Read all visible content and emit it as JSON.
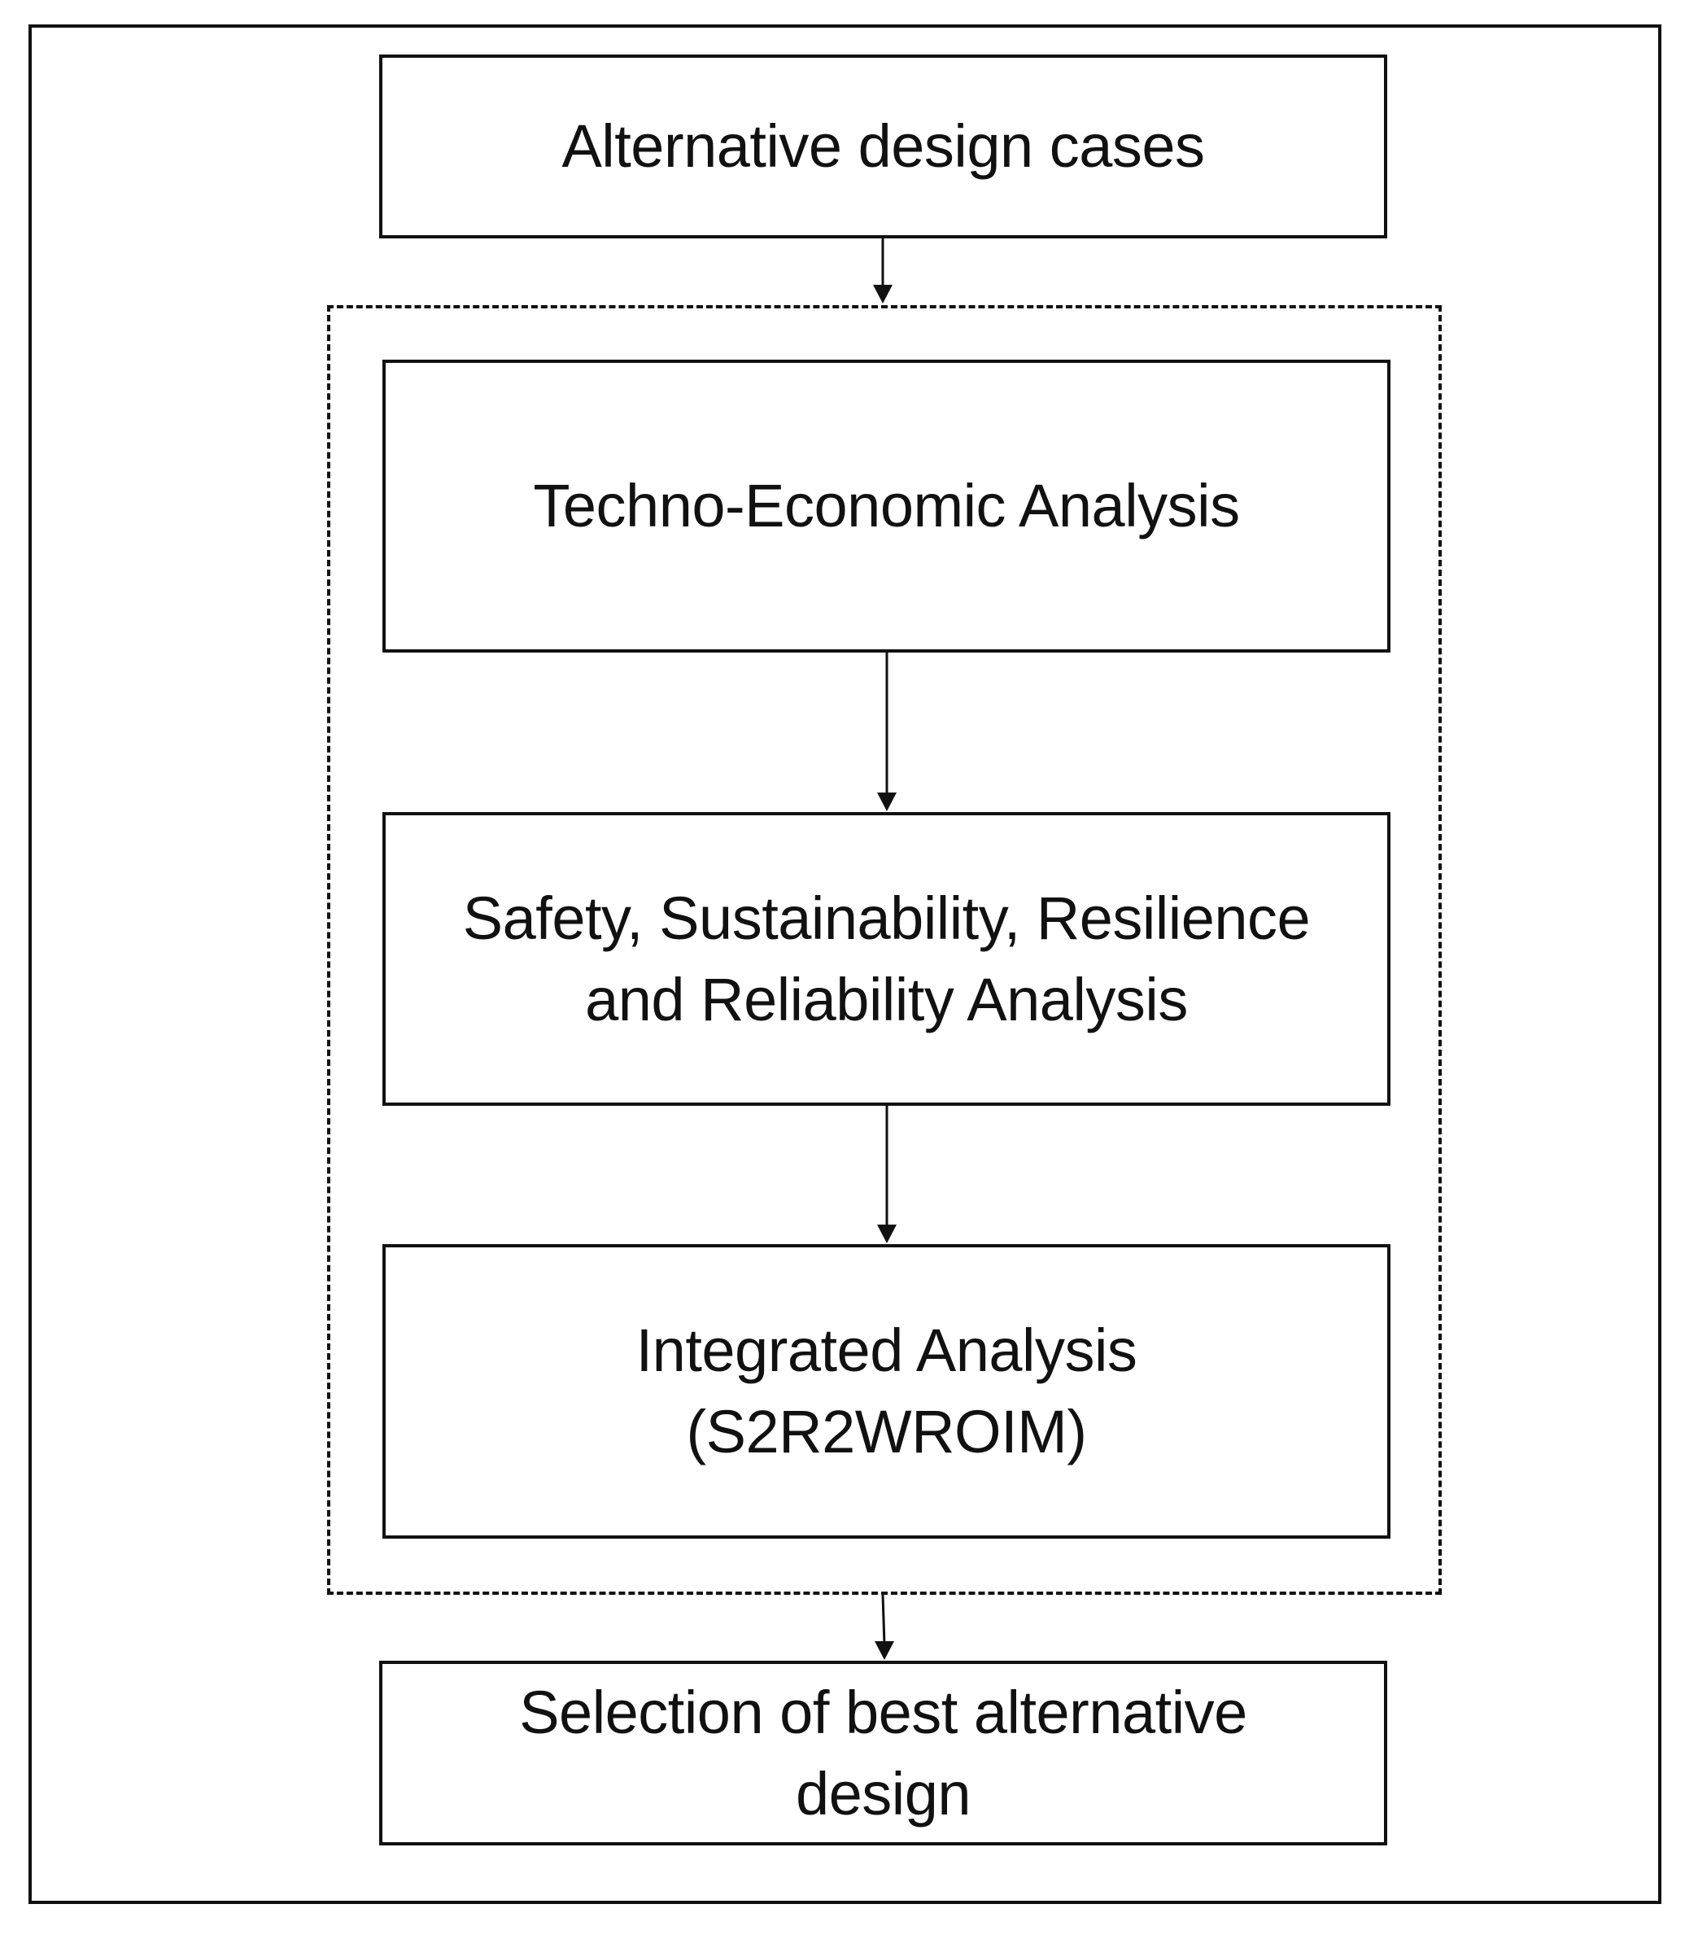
{
  "diagram": {
    "nodes": [
      {
        "id": "alternatives",
        "label": "Alternative design cases"
      },
      {
        "id": "techno_economic",
        "label": "Techno-Economic Analysis"
      },
      {
        "id": "ssrr",
        "label": "Safety, Sustainability, Resilience\nand Reliability Analysis"
      },
      {
        "id": "integrated",
        "label": "Integrated Analysis\n(S2R2WROIM)"
      },
      {
        "id": "selection",
        "label": "Selection of best alternative\ndesign"
      }
    ],
    "edges": [
      {
        "from": "alternatives",
        "to": "analysis-group"
      },
      {
        "from": "techno_economic",
        "to": "ssrr"
      },
      {
        "from": "ssrr",
        "to": "integrated"
      },
      {
        "from": "analysis-group",
        "to": "selection"
      }
    ]
  }
}
